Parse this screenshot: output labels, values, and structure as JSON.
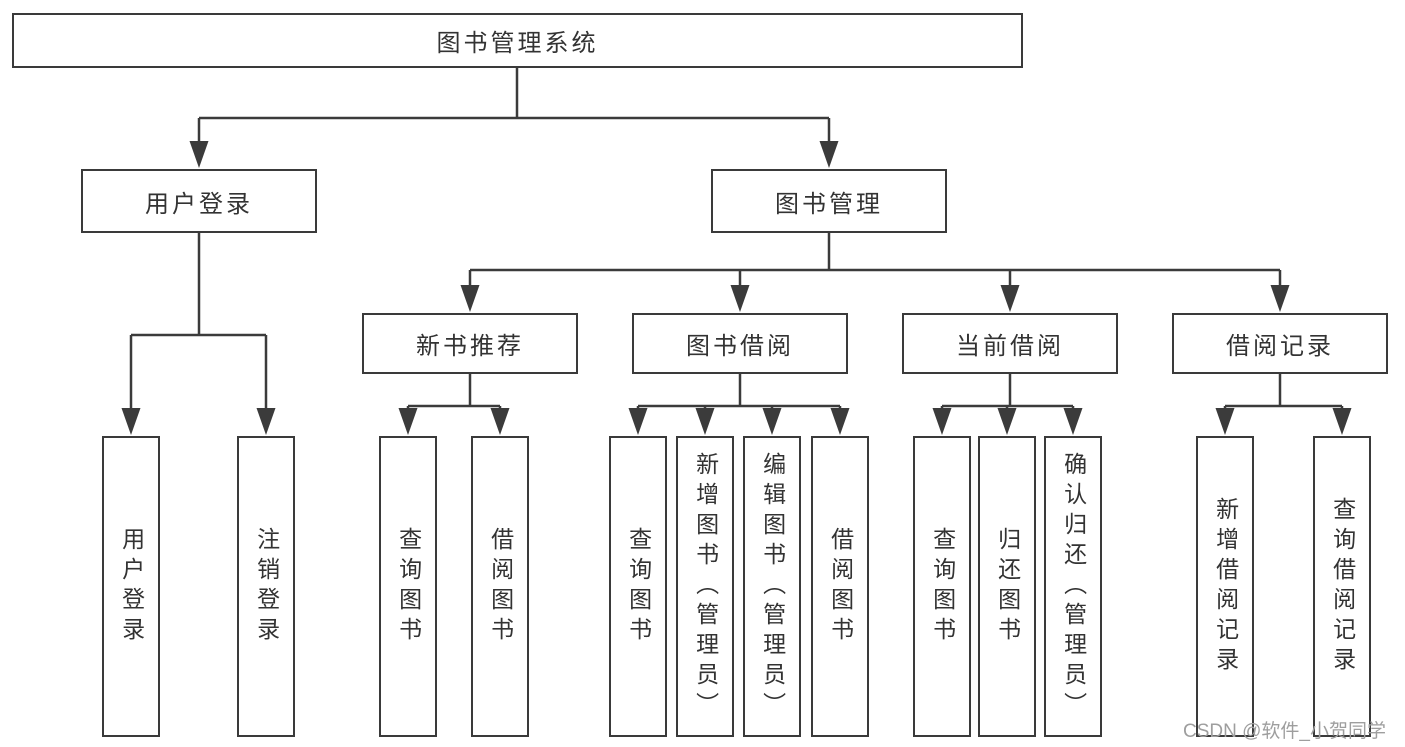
{
  "diagram_title": "图书管理系统",
  "watermark": "CSDN @软件_小贺同学",
  "colors": {
    "line": "#3b3b3b",
    "box_border": "#3a3a3a",
    "text": "#333333",
    "watermark": "#9e9e9e",
    "background": "#ffffff"
  },
  "nodes": {
    "root": {
      "label": "图书管理系统"
    },
    "branches": [
      {
        "label": "用户登录",
        "children": [
          "用户登录",
          "注销登录"
        ]
      },
      {
        "label": "图书管理",
        "children": [
          "新书推荐",
          "图书借阅",
          "当前借阅",
          "借阅记录"
        ]
      }
    ],
    "modules": [
      {
        "label": "新书推荐",
        "children": [
          "查询图书",
          "借阅图书"
        ]
      },
      {
        "label": "图书借阅",
        "children": [
          "查询图书",
          "新增图书（管理员）",
          "编辑图书（管理员）",
          "借阅图书"
        ]
      },
      {
        "label": "当前借阅",
        "children": [
          "查询图书",
          "归还图书",
          "确认归还（管理员）"
        ]
      },
      {
        "label": "借阅记录",
        "children": [
          "新增借阅记录",
          "查询借阅记录"
        ]
      }
    ],
    "leaves": [
      {
        "label": "用户登录"
      },
      {
        "label": "注销登录"
      },
      {
        "label": "查询图书"
      },
      {
        "label": "借阅图书"
      },
      {
        "label": "查询图书"
      },
      {
        "label": "新增图书（管理员）"
      },
      {
        "label": "编辑图书（管理员）"
      },
      {
        "label": "借阅图书"
      },
      {
        "label": "查询图书"
      },
      {
        "label": "归还图书"
      },
      {
        "label": "确认归还（管理员）"
      },
      {
        "label": "新增借阅记录"
      },
      {
        "label": "查询借阅记录"
      }
    ]
  }
}
